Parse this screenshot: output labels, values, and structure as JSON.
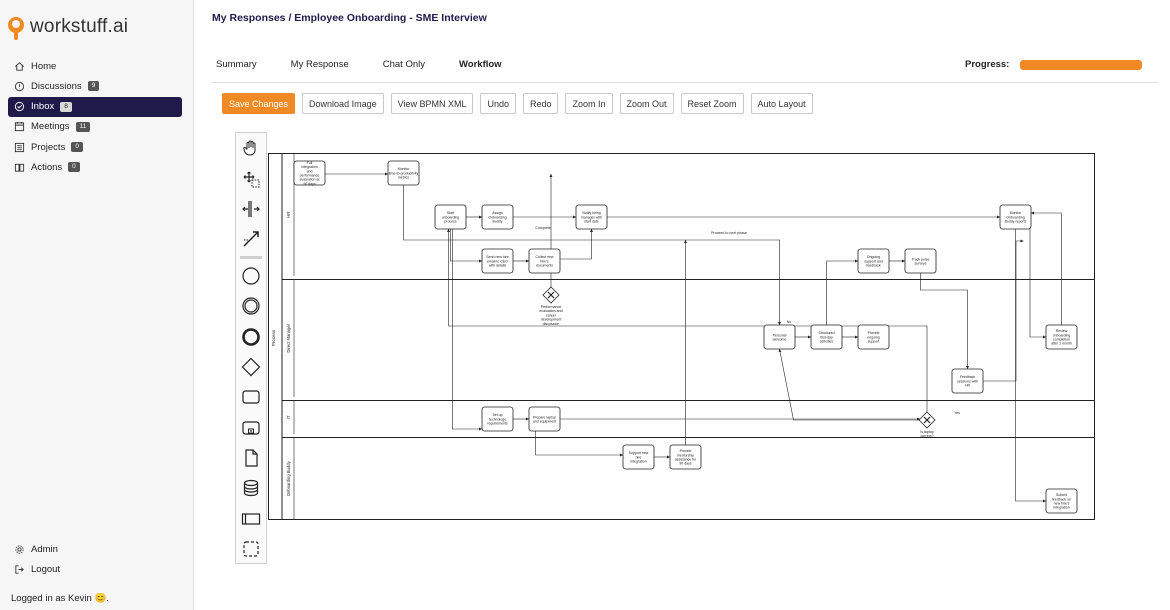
{
  "app": {
    "name": "workstuff.ai"
  },
  "sidebar": {
    "items": [
      {
        "label": "Home",
        "icon": "home-icon",
        "badge": null
      },
      {
        "label": "Discussions",
        "icon": "chat-icon",
        "badge": "9"
      },
      {
        "label": "Inbox",
        "icon": "check-circle-icon",
        "badge": "8",
        "active": true
      },
      {
        "label": "Meetings",
        "icon": "calendar-icon",
        "badge": "11"
      },
      {
        "label": "Projects",
        "icon": "list-icon",
        "badge": "0"
      },
      {
        "label": "Actions",
        "icon": "book-icon",
        "badge": "0"
      }
    ],
    "bottom_items": [
      {
        "label": "Admin",
        "icon": "gear-icon"
      },
      {
        "label": "Logout",
        "icon": "logout-icon"
      }
    ],
    "logged_in_text": "Logged in as Kevin 😊."
  },
  "header": {
    "breadcrumb": "My Responses / Employee Onboarding - SME Interview"
  },
  "tabs": [
    {
      "label": "Summary"
    },
    {
      "label": "My Response"
    },
    {
      "label": "Chat Only"
    },
    {
      "label": "Workflow",
      "active": true
    }
  ],
  "progress": {
    "label": "Progress:",
    "value_percent": 100,
    "color": "#f08a24"
  },
  "toolbar": {
    "buttons": [
      {
        "label": "Save Changes",
        "primary": true
      },
      {
        "label": "Download Image"
      },
      {
        "label": "View BPMN XML"
      },
      {
        "label": "Undo"
      },
      {
        "label": "Redo"
      },
      {
        "label": "Zoom In"
      },
      {
        "label": "Zoom Out"
      },
      {
        "label": "Reset Zoom"
      },
      {
        "label": "Auto Layout"
      }
    ]
  },
  "palette": [
    "hand-tool-icon",
    "lasso-tool-icon",
    "space-tool-icon",
    "connect-tool-icon",
    "start-event-icon",
    "intermediate-event-icon",
    "end-event-icon",
    "gateway-icon",
    "task-icon",
    "subprocess-icon",
    "data-object-icon",
    "data-store-icon",
    "participant-icon",
    "group-icon"
  ],
  "diagram": {
    "lanes": [
      {
        "label": "HR"
      },
      {
        "label": "Direct Manager"
      },
      {
        "label": "IT"
      },
      {
        "label": "Onboarding Buddy"
      }
    ],
    "pool_label": "Process",
    "tasks": [
      {
        "id": "t1",
        "label": "Full integration and performance evaluation at 90 days"
      },
      {
        "id": "t2",
        "label": "Monitor time-to-productivity metrics"
      },
      {
        "id": "t3",
        "label": "Start onboarding process"
      },
      {
        "id": "t4",
        "label": "Assign Onboarding Buddy"
      },
      {
        "id": "t5",
        "label": "Notify hiring manager with start date"
      },
      {
        "id": "t6",
        "label": "Monitor Onboarding Buddy reports"
      },
      {
        "id": "t7",
        "label": "Send new hire email to CEO with details"
      },
      {
        "id": "t8",
        "label": "Collect new hire's documents"
      },
      {
        "id": "t9",
        "label": "Ongoing support and feedback"
      },
      {
        "id": "t10",
        "label": "Track pulse surveys"
      },
      {
        "id": "t11",
        "label": "Personal welcome"
      },
      {
        "id": "t12",
        "label": "Structured first-day activities"
      },
      {
        "id": "t13",
        "label": "Provide ongoing support"
      },
      {
        "id": "t14",
        "label": "Review onboarding completion after 1 month"
      },
      {
        "id": "t15",
        "label": "Feedback sessions with HR"
      },
      {
        "id": "t16",
        "label": "Set up technology requirements"
      },
      {
        "id": "t17",
        "label": "Prepare laptop and equipment"
      },
      {
        "id": "t18",
        "label": "Support new hire integration"
      },
      {
        "id": "t19",
        "label": "Provide mentorship assistance for 90 days"
      },
      {
        "id": "t20",
        "label": "Submit feedback on new hire's integration"
      }
    ],
    "gateways": [
      {
        "id": "g1",
        "label": "Performance evaluation and career development discussion"
      },
      {
        "id": "g2",
        "label": "Is laptop correct?"
      }
    ],
    "flow_labels": {
      "complete": "Complete",
      "proceed": "Proceed to next phase",
      "no": "No",
      "yes": "Yes"
    }
  }
}
